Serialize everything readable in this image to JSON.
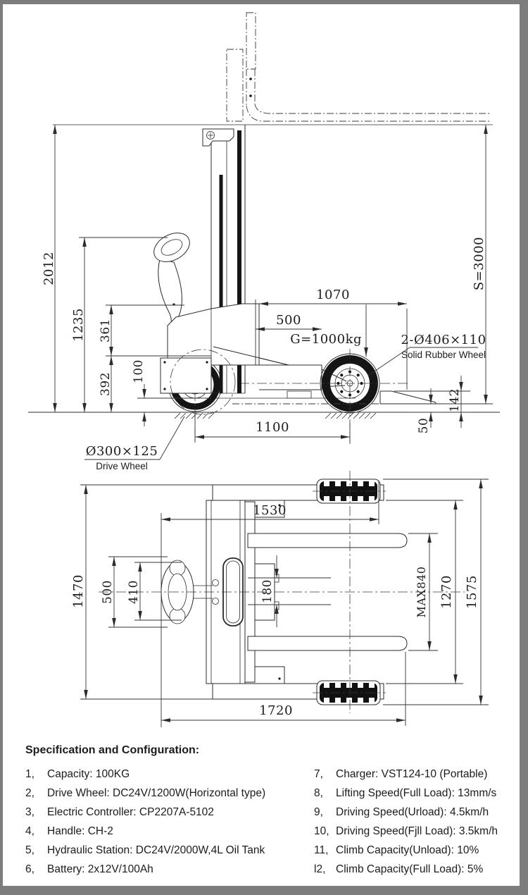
{
  "frame": {
    "border_color": "#7d7d7d",
    "background": "#ffffff",
    "line_color": "#2b2b2b"
  },
  "side_view": {
    "dim_2012": "2012",
    "dim_1235": "1235",
    "dim_361": "361",
    "dim_392": "392",
    "dim_100": "100",
    "dim_1070": "1070",
    "dim_500": "500",
    "dim_1100": "1100",
    "dim_142": "142",
    "dim_50": "50",
    "dim_lift": "S=3000",
    "load_label": "G=1000kg",
    "rubber_wheel_spec": "2-Ø406×110",
    "rubber_wheel_name": "Solid Rubber Wheel",
    "drive_wheel_spec": "Ø300×125",
    "drive_wheel_name": "Drive Wheel"
  },
  "top_view": {
    "dim_1530": "1530",
    "dim_1470": "1470",
    "dim_500": "500",
    "dim_410": "410",
    "dim_180": "180",
    "dim_max840": "MAX840",
    "dim_1270": "1270",
    "dim_1575": "1575",
    "dim_1720": "1720"
  },
  "specs": {
    "title": "Specification and Configuration:",
    "left": [
      {
        "no": "1、",
        "text": "Capacity: 100KG"
      },
      {
        "no": "2、",
        "text": "Drive Wheel: DC24V/1200W(Horizontal type)"
      },
      {
        "no": "3、",
        "text": "Electric Controller: CP2207A-5102"
      },
      {
        "no": "4、",
        "text": "Handle: CH-2"
      },
      {
        "no": "5、",
        "text": "Hydraulic Station: DC24V/2000W,4L Oil Tank"
      },
      {
        "no": "6、",
        "text": "Battery: 2x12V/100Ah"
      }
    ],
    "right": [
      {
        "no": "7、",
        "text": "Charger: VST124-10 (Portable)"
      },
      {
        "no": "8、",
        "text": "Lifting Speed(Full Load): 13mm/s"
      },
      {
        "no": "9、",
        "text": "Driving Speed(Urload): 4.5km/h"
      },
      {
        "no": "10,",
        "text": "Driving Speed(Fjll Load): 3.5km/h"
      },
      {
        "no": "11、",
        "text": "Climb Capacity(Unload): 10%"
      },
      {
        "no": "l2、",
        "text": "Climb Capacity(Full Load): 5%"
      }
    ]
  }
}
